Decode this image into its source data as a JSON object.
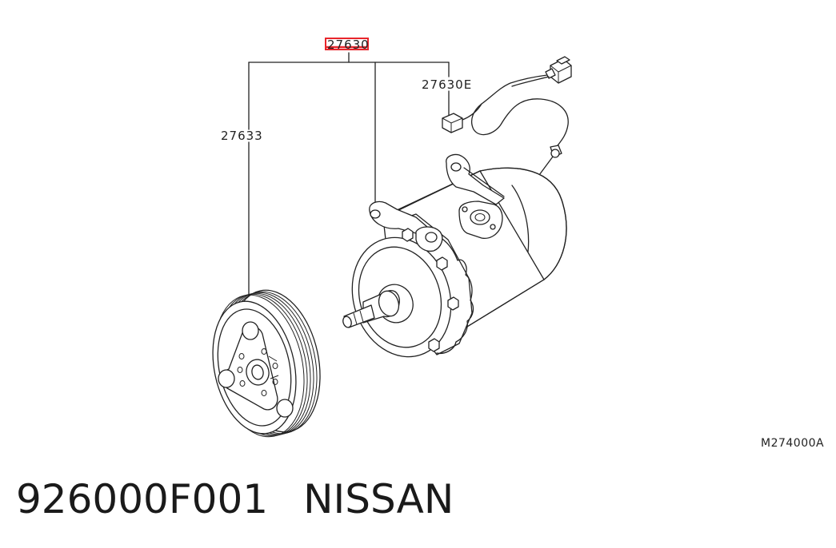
{
  "diagram": {
    "callouts": {
      "assembly": "27630",
      "harness": "27630E",
      "pulley": "27633"
    },
    "highlight_color": "#e8252b",
    "reference_code": "M274000A"
  },
  "caption": {
    "part_number": "926000F001",
    "brand": "NISSAN"
  }
}
